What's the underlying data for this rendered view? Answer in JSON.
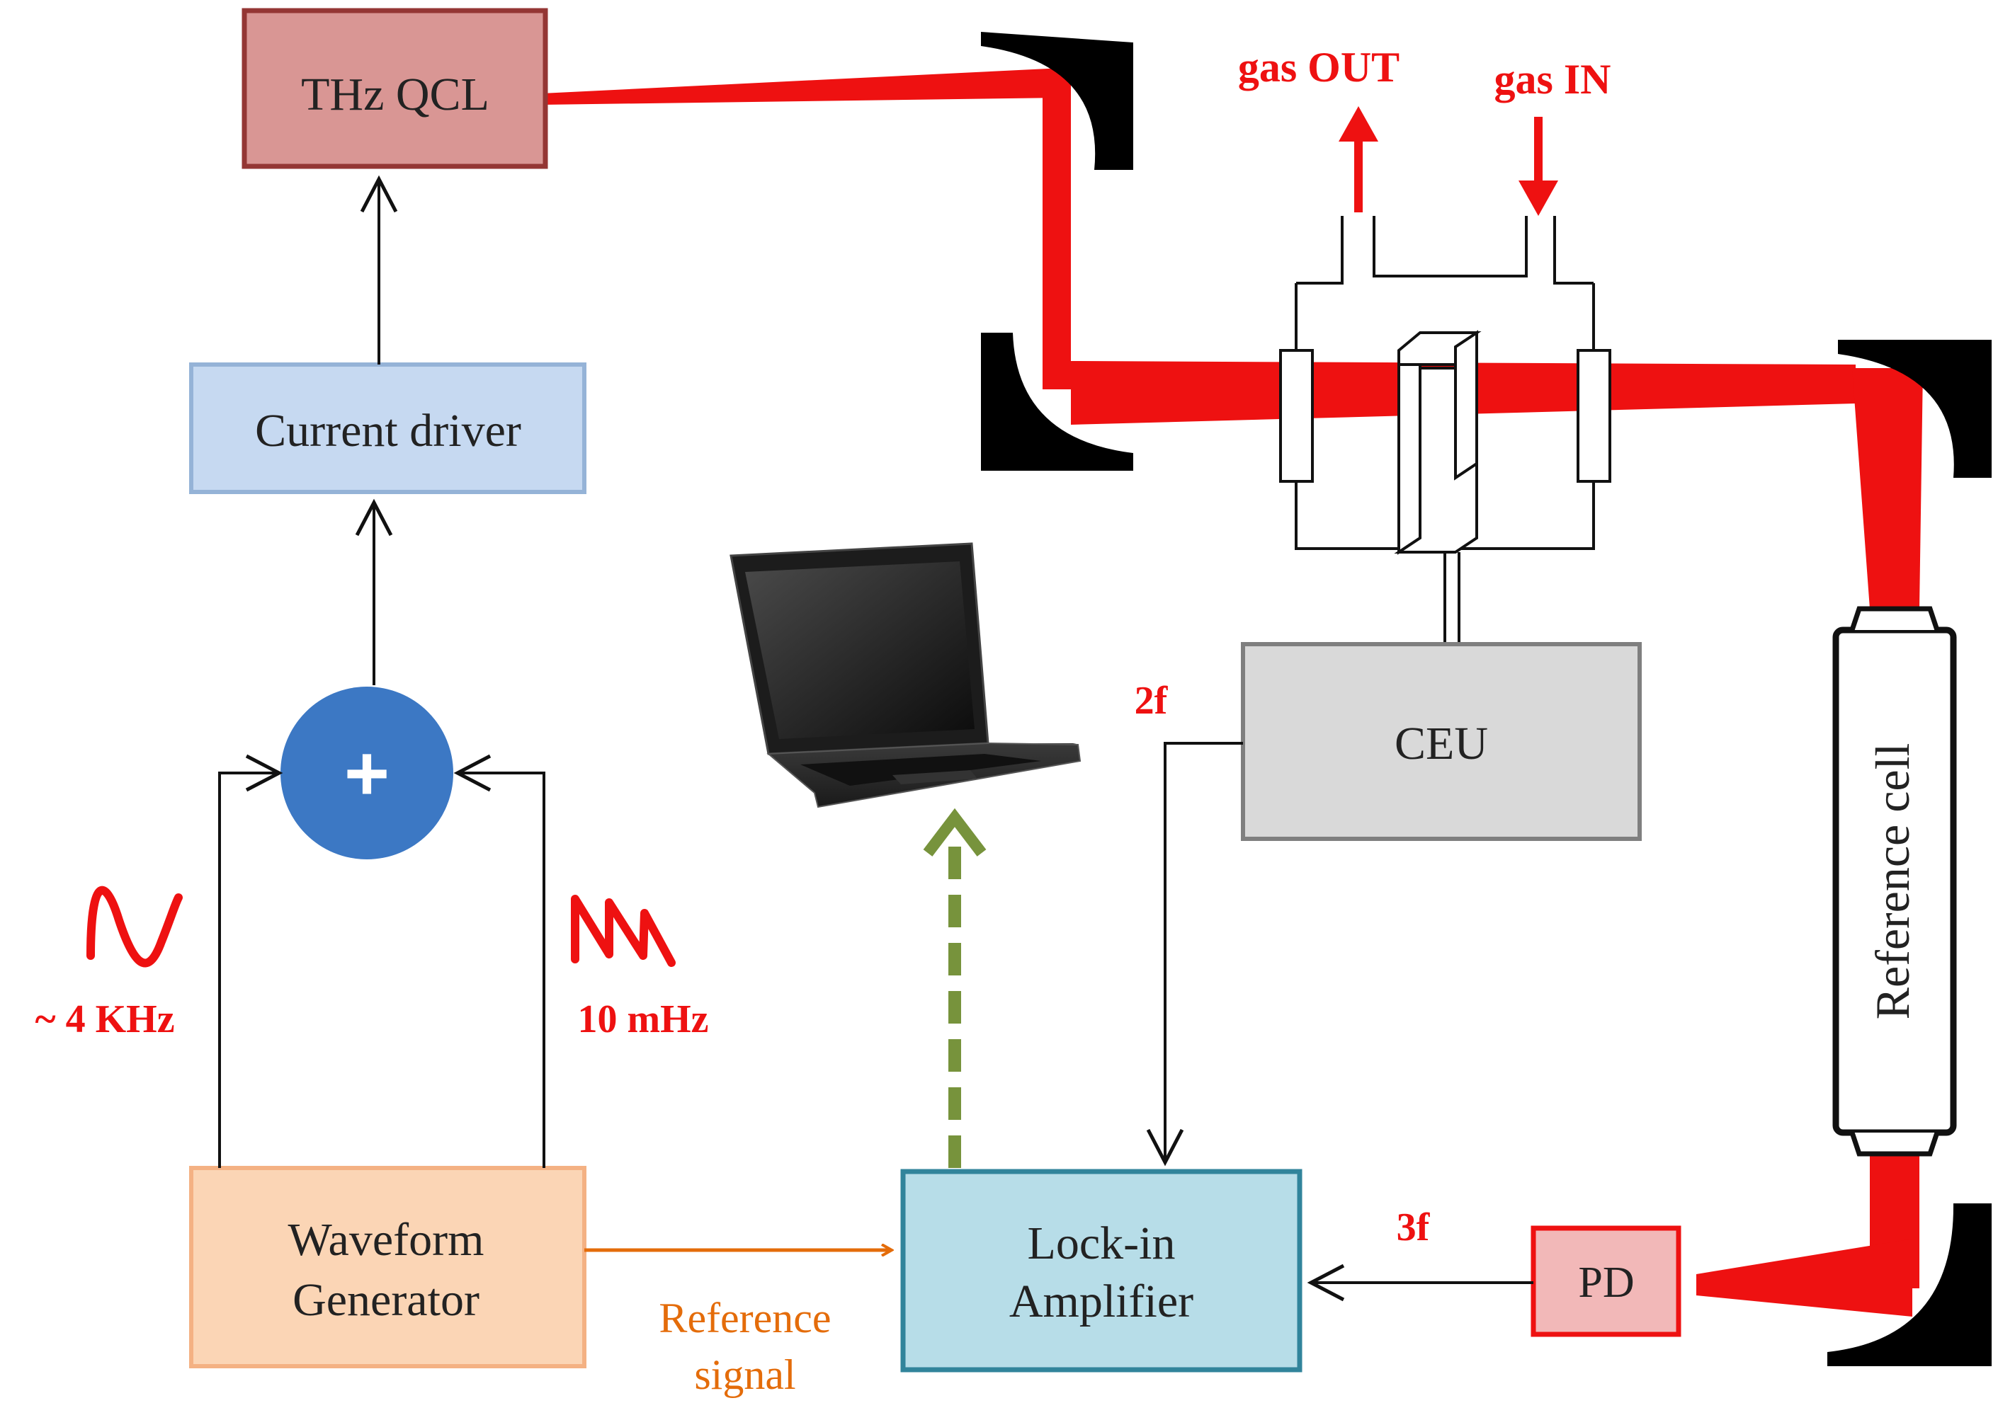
{
  "blocks": {
    "qcl": "THz QCL",
    "current_driver": "Current driver",
    "summer_symbol": "+",
    "waveform_line1": "Waveform",
    "waveform_line2": "Generator",
    "lockin_line1": "Lock-in",
    "lockin_line2": "Amplifier",
    "ceu": "CEU",
    "pd": "PD",
    "reference_cell": "Reference cell"
  },
  "labels": {
    "gas_out": "gas OUT",
    "gas_in": "gas IN",
    "freq_sine": "~ 4 KHz",
    "freq_ramp": "10 mHz",
    "harmonic_2f": "2f",
    "harmonic_3f": "3f",
    "reference_signal_line1": "Reference",
    "reference_signal_line2": "signal"
  },
  "colors": {
    "beam": "#ee1111",
    "qcl_fill": "#d99694",
    "qcl_border": "#943634",
    "driver_fill": "#c6d9f1",
    "driver_border": "#95b3d7",
    "summer_fill": "#3c78c4",
    "waveform_fill": "#fbd5b5",
    "waveform_border": "#f4b183",
    "lockin_fill": "#b7dde8",
    "lockin_border": "#31849b",
    "ceu_fill": "#d9d9d9",
    "ceu_border": "#7f7f7f",
    "pd_fill": "#f2b8b8",
    "pd_border": "#ee1111",
    "reference_arrow": "#e46c0a",
    "data_arrow": "#77933c"
  },
  "icons": {
    "laptop": "laptop-icon",
    "mirror": "parabolic-mirror-icon",
    "sine_wave": "sine-wave-icon",
    "sawtooth_wave": "sawtooth-wave-icon"
  }
}
